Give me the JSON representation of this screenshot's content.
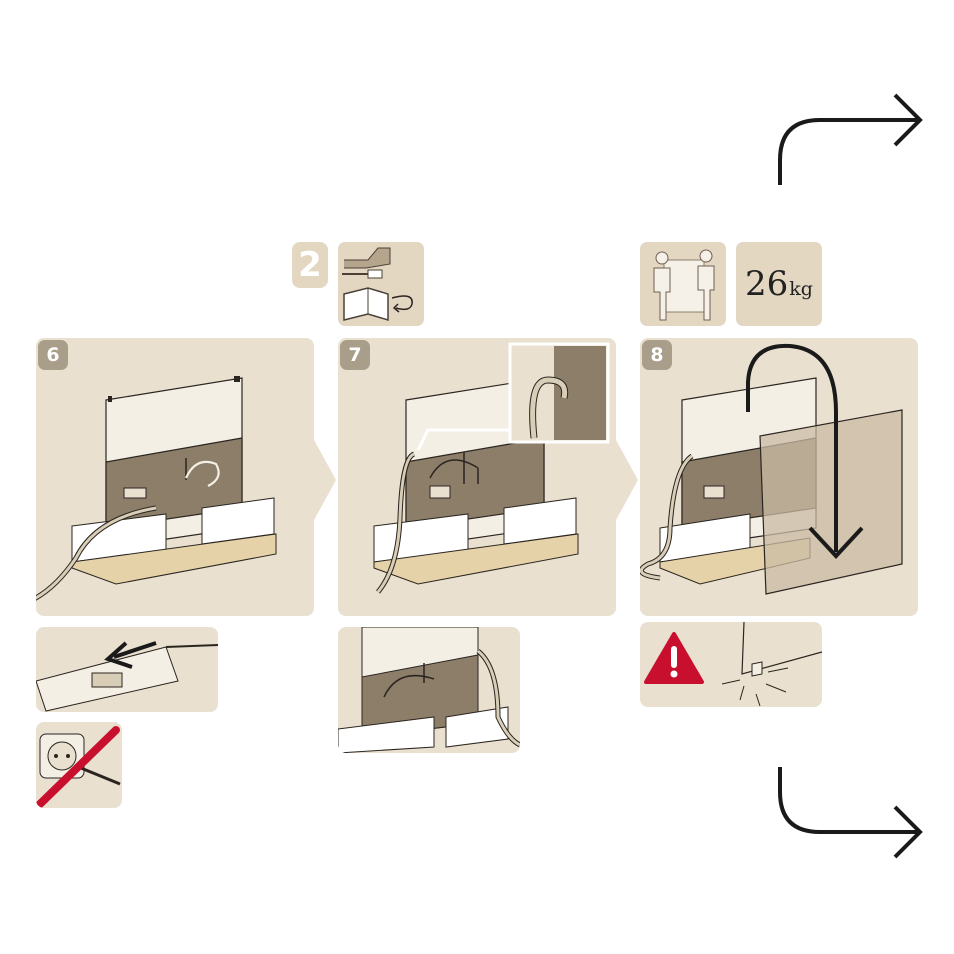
{
  "instructions": {
    "step_group_badge": "2",
    "weight": {
      "value": "26",
      "unit": "kg"
    },
    "steps": [
      {
        "number": "6"
      },
      {
        "number": "7"
      },
      {
        "number": "8"
      }
    ]
  },
  "colors": {
    "panel_bg": "#e9e0cf",
    "badge_bg": "#a89e8a",
    "tile_bg": "#e3d7c2",
    "tv_back": "#8d7e6a",
    "wood": "#e6d2a8",
    "warning_red": "#c8102e",
    "prohibit_red": "#c8102e",
    "line": "#2b2520"
  },
  "icons": [
    "next-page-arrow-icon",
    "cable-box-icon",
    "two-person-lift-icon",
    "warning-icon",
    "no-power-icon",
    "continue-arrow-icon"
  ]
}
